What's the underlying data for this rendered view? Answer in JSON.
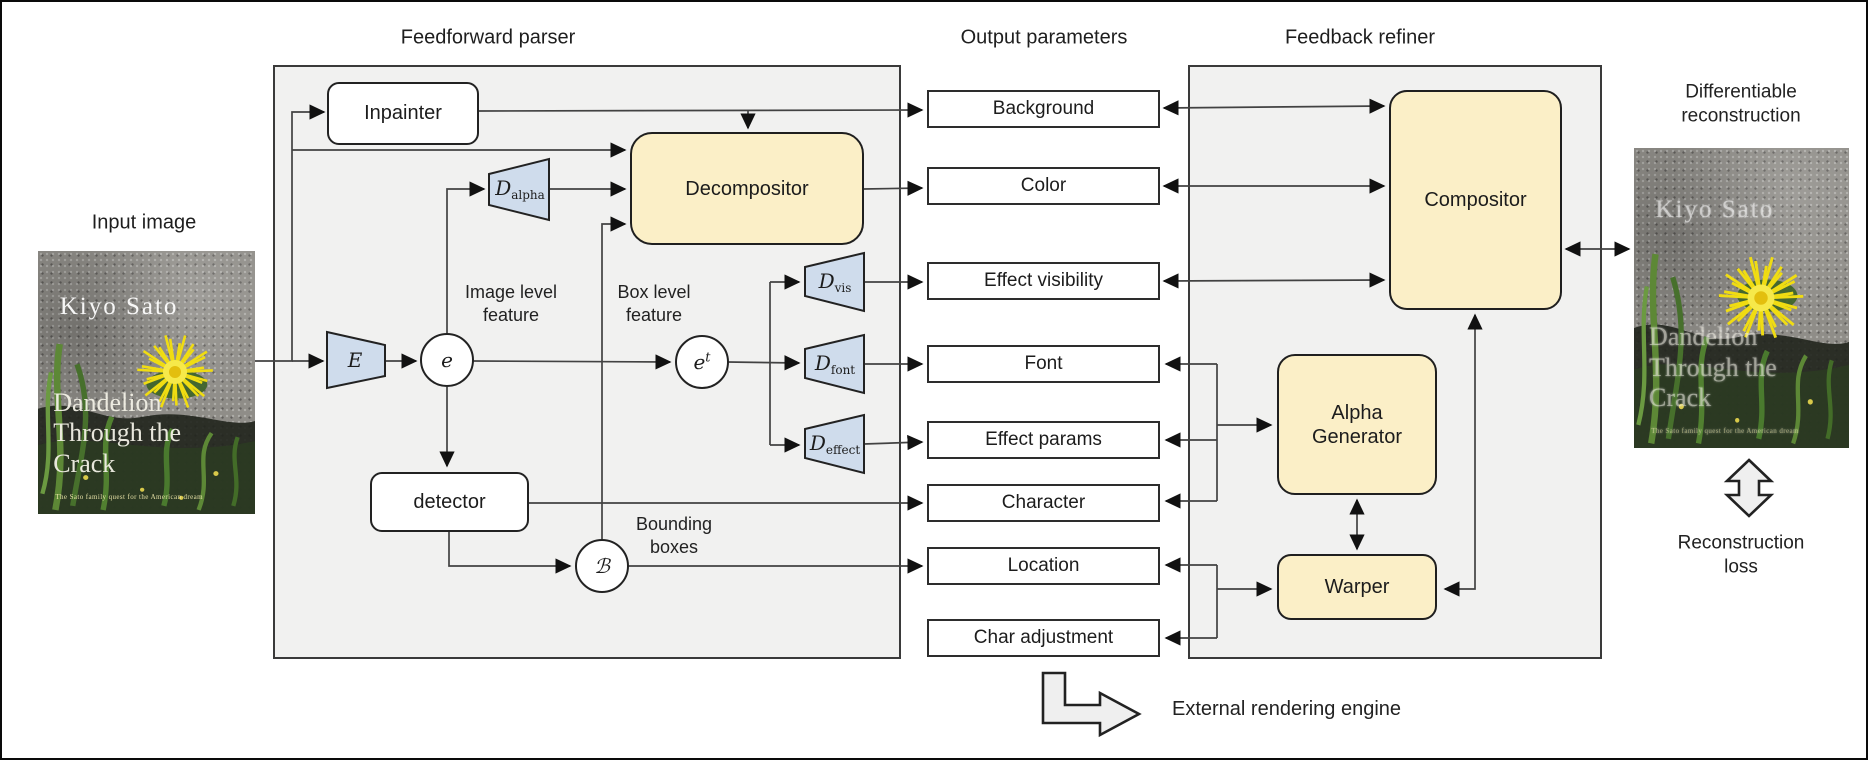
{
  "headings": {
    "parser": "Feedforward parser",
    "output": "Output parameters",
    "refiner": "Feedback refiner"
  },
  "labels": {
    "input_image": "Input image",
    "differentiable_1": "Differentiable",
    "differentiable_2": "reconstruction",
    "reconstruction_loss_1": "Reconstruction",
    "reconstruction_loss_2": "loss",
    "external_rendering": "External rendering engine",
    "image_level_1": "Image level",
    "image_level_2": "feature",
    "box_level_1": "Box level",
    "box_level_2": "feature",
    "bounding_1": "Bounding",
    "bounding_2": "boxes"
  },
  "parser": {
    "inpainter": "Inpainter",
    "decompositor": "Decompositor",
    "detector": "detector",
    "encoder": "E",
    "e": "e",
    "et_base": "e",
    "et_sup": "t",
    "b": "ℬ",
    "d_alpha_base": "D",
    "d_alpha_sub": "alpha",
    "d_vis_base": "D",
    "d_vis_sub": "vis",
    "d_font_base": "D",
    "d_font_sub": "font",
    "d_effect_base": "D",
    "d_effect_sub": "effect"
  },
  "output_params": [
    "Background",
    "Color",
    "Effect visibility",
    "Font",
    "Effect params",
    "Character",
    "Location",
    "Char adjustment"
  ],
  "refiner": {
    "compositor": "Compositor",
    "alpha_generator_1": "Alpha",
    "alpha_generator_2": "Generator",
    "warper": "Warper"
  },
  "photo": {
    "author": "Kiyo Sato",
    "title_1": "Dandelion",
    "title_2": "Through the",
    "title_3": "Crack",
    "caption": "The Sato family quest for the American dream"
  },
  "colors": {
    "node_yellow": "#FBEFC7",
    "node_blue": "#CFDCEC",
    "panel_gray": "#F1F1F0",
    "line": "#424242"
  }
}
